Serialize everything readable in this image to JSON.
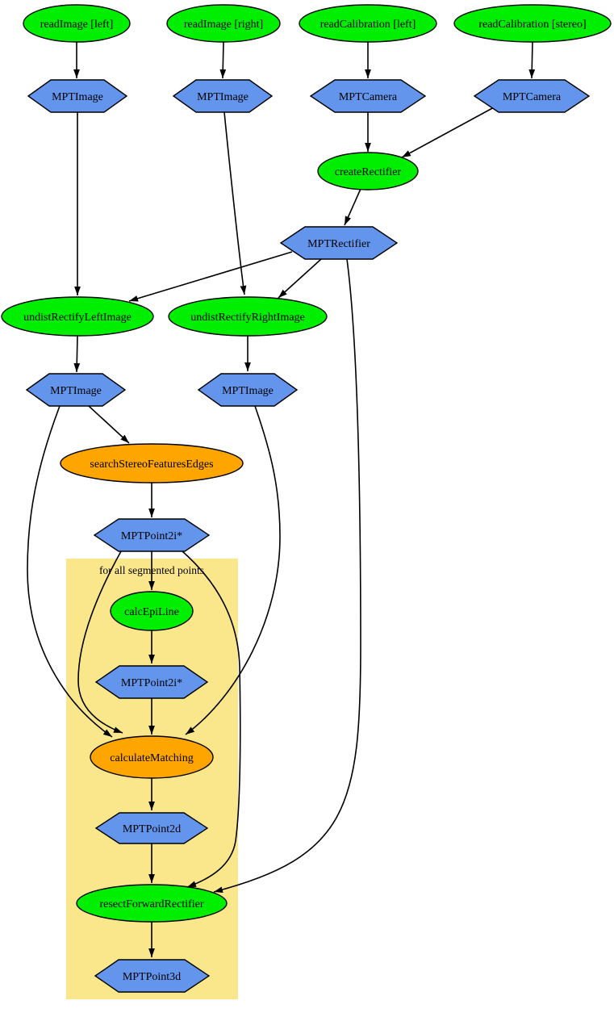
{
  "diagram": {
    "kind": "dataflow-flowchart",
    "cluster": {
      "label": "for all segmented points"
    },
    "nodes": {
      "read_image_left": {
        "label": "readImage [left]",
        "shape": "ellipse",
        "role": "function"
      },
      "read_image_right": {
        "label": "readImage [right]",
        "shape": "ellipse",
        "role": "function"
      },
      "read_calibration_left": {
        "label": "readCalibration [left]",
        "shape": "ellipse",
        "role": "function"
      },
      "read_calibration_stereo": {
        "label": "readCalibration [stereo]",
        "shape": "ellipse",
        "role": "function"
      },
      "mpt_image_l1": {
        "label": "MPTImage",
        "shape": "hexagon",
        "role": "datatype"
      },
      "mpt_image_r1": {
        "label": "MPTImage",
        "shape": "hexagon",
        "role": "datatype"
      },
      "mpt_camera_left": {
        "label": "MPTCamera",
        "shape": "hexagon",
        "role": "datatype"
      },
      "mpt_camera_stereo": {
        "label": "MPTCamera",
        "shape": "hexagon",
        "role": "datatype"
      },
      "create_rectifier": {
        "label": "createRectifier",
        "shape": "ellipse",
        "role": "function"
      },
      "mpt_rectifier": {
        "label": "MPTRectifier",
        "shape": "hexagon",
        "role": "datatype"
      },
      "undist_rectify_left": {
        "label": "undistRectifyLeftImage",
        "shape": "ellipse",
        "role": "function"
      },
      "undist_rectify_right": {
        "label": "undistRectifyRightImage",
        "shape": "ellipse",
        "role": "function"
      },
      "mpt_image_l2": {
        "label": "MPTImage",
        "shape": "hexagon",
        "role": "datatype"
      },
      "mpt_image_r2": {
        "label": "MPTImage",
        "shape": "hexagon",
        "role": "datatype"
      },
      "search_stereo_features_edges": {
        "label": "searchStereoFeaturesEdges",
        "shape": "ellipse",
        "role": "function-highlight"
      },
      "mpt_point2i_1": {
        "label": "MPTPoint2i*",
        "shape": "hexagon",
        "role": "datatype"
      },
      "calc_epi_line": {
        "label": "calcEpiLine",
        "shape": "ellipse",
        "role": "function"
      },
      "mpt_point2i_2": {
        "label": "MPTPoint2i*",
        "shape": "hexagon",
        "role": "datatype"
      },
      "calculate_matching": {
        "label": "calculateMatching",
        "shape": "ellipse",
        "role": "function-highlight"
      },
      "mpt_point2d": {
        "label": "MPTPoint2d",
        "shape": "hexagon",
        "role": "datatype"
      },
      "resect_forward_rectifier": {
        "label": "resectForwardRectifier",
        "shape": "ellipse",
        "role": "function"
      },
      "mpt_point3d": {
        "label": "MPTPoint3d",
        "shape": "hexagon",
        "role": "datatype"
      }
    }
  },
  "colors": {
    "function_fill": "#00ee00",
    "datatype_fill": "#6495ed",
    "highlight_fill": "#ffa500",
    "loop_region_fill": "#fbe78b",
    "edge_stroke": "#000000",
    "border_stroke": "#000000",
    "background": "#ffffff"
  }
}
